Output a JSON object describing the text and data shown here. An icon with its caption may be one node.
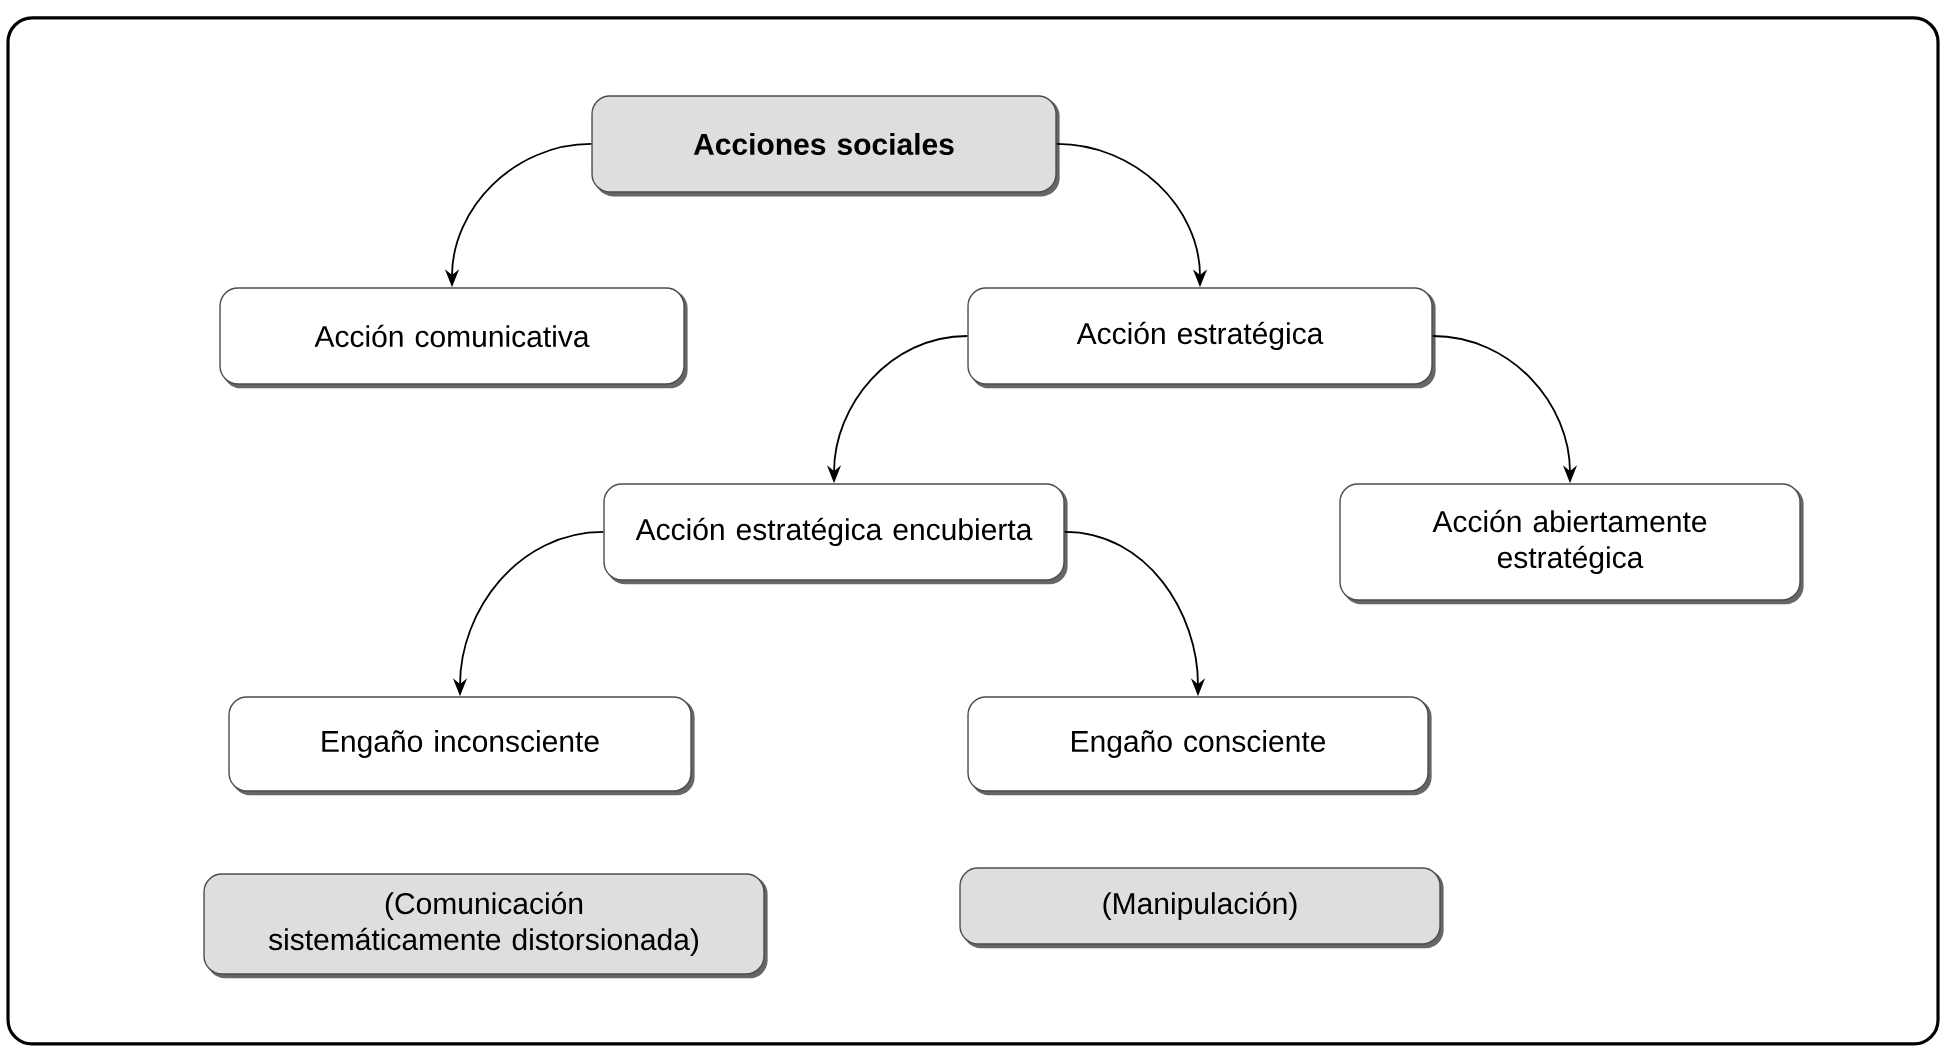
{
  "diagram": {
    "nodes": [
      {
        "text": [
          "Acciones sociales"
        ]
      },
      {
        "text": [
          "Acción comunicativa"
        ]
      },
      {
        "text": [
          "Acción estratégica"
        ]
      },
      {
        "text": [
          "Acción estratégica encubierta"
        ]
      },
      {
        "text": [
          "Acción abiertamente estratégica"
        ]
      },
      {
        "text": [
          "Engaño inconsciente"
        ]
      },
      {
        "text": [
          "Engaño consciente"
        ]
      },
      {
        "text": [
          "(Comunicación sistemáticamente distorsionada)"
        ]
      },
      {
        "text": [
          "(Manipulación)"
        ]
      }
    ],
    "edges": [
      {
        "from": 0,
        "to": 1,
        "arrow": "to"
      },
      {
        "from": 0,
        "to": 2,
        "arrow": "to"
      },
      {
        "from": 2,
        "to": 3,
        "arrow": "to"
      },
      {
        "from": 2,
        "to": 4,
        "arrow": "to"
      },
      {
        "from": 3,
        "to": 5,
        "arrow": "to"
      },
      {
        "from": 3,
        "to": 6,
        "arrow": "to"
      }
    ]
  }
}
